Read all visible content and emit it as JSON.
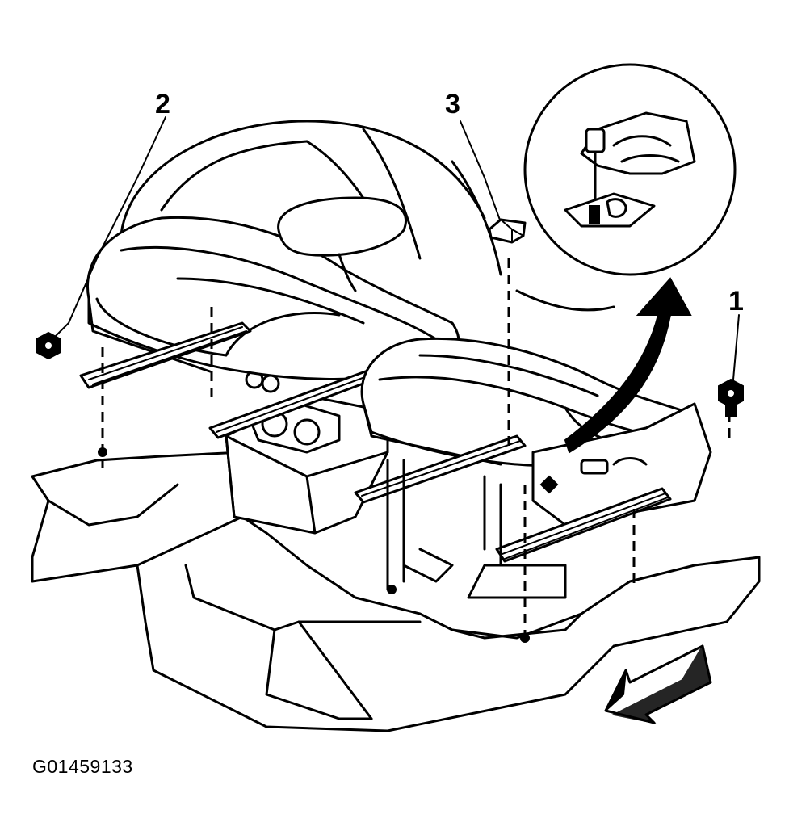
{
  "figure": {
    "id_label": "G01459133"
  },
  "callouts": [
    {
      "number": "1",
      "part": "nut-icon"
    },
    {
      "number": "2",
      "part": "nut-icon"
    },
    {
      "number": "3",
      "part": "seat-belt-sensor-icon"
    }
  ],
  "icons": {
    "detail_view": "magnifier-circle-icon",
    "detail_arrow": "curved-arrow-icon",
    "front_direction": "forward-arrow-icon"
  },
  "colors": {
    "ink": "#000000",
    "paper": "#ffffff"
  }
}
